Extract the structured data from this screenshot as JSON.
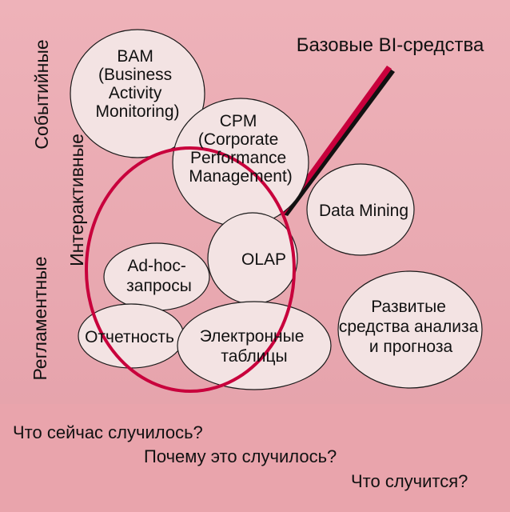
{
  "colors": {
    "background": "#e8a8b0",
    "bubble_fill": "#f3e3e3",
    "accent": "#c8003c"
  },
  "title_label": "Базовые BI-средства",
  "side_labels": {
    "events": "Событийные",
    "interactive": "Интерактивные",
    "regular": "Регламентные"
  },
  "nodes": {
    "bam": [
      "BAM",
      "(Business",
      "Activity",
      "Monitoring)"
    ],
    "cpm": [
      "CPM",
      "(Corporate",
      "Performance",
      "Management)"
    ],
    "data_mining": [
      "Data Mining"
    ],
    "olap": [
      "OLAP"
    ],
    "adhoc": [
      "Ad-hoc-",
      "запросы"
    ],
    "reporting": [
      "Отчетность"
    ],
    "spreadsheets": [
      "Электронные",
      "таблицы"
    ],
    "advanced": [
      "Развитые",
      "средства анализа",
      "и прогноза"
    ]
  },
  "questions": [
    "Что сейчас случилось?",
    "Почему это случилось?",
    "Что случится?"
  ]
}
